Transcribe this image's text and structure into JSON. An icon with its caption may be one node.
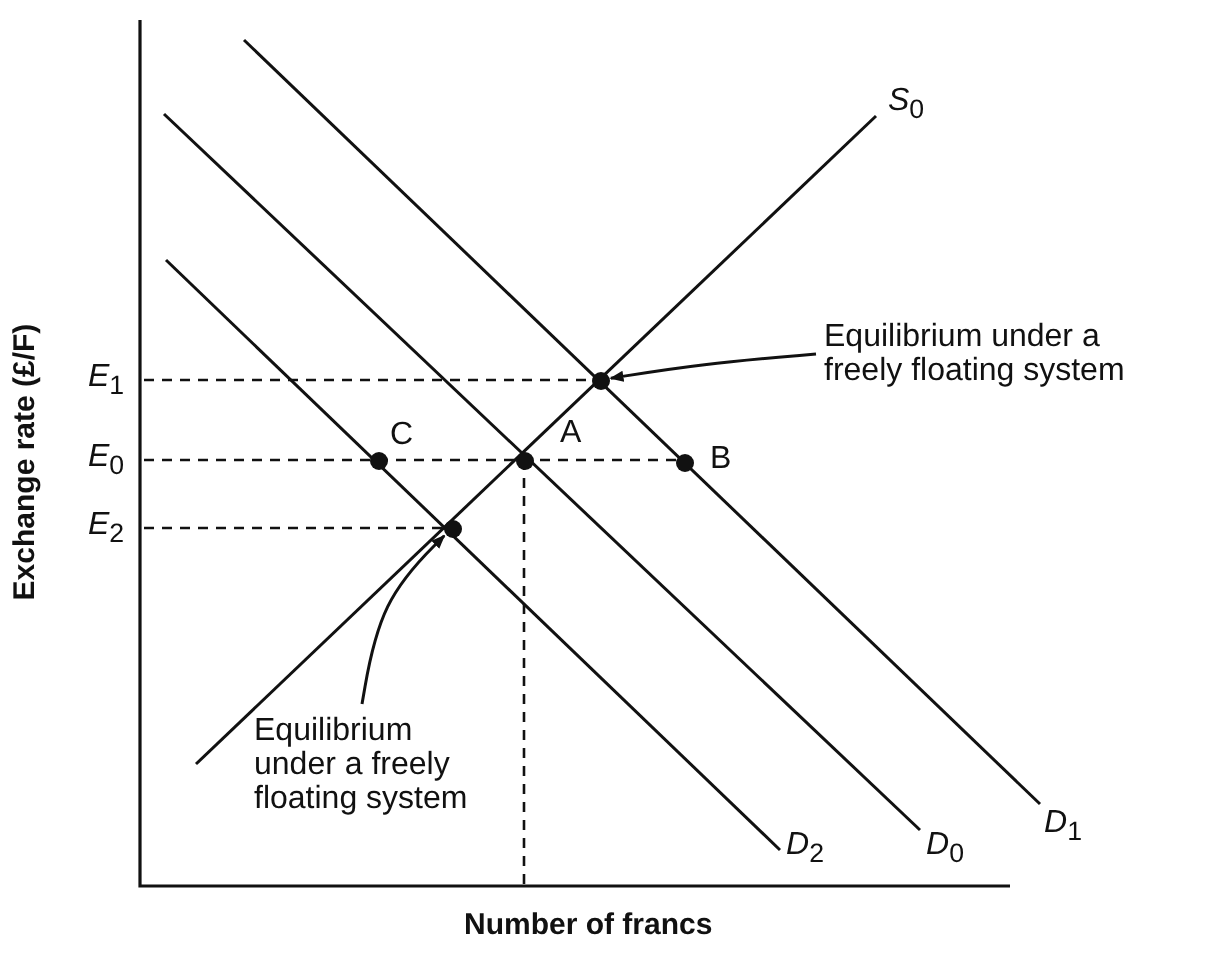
{
  "diagram": {
    "nodes": [
      {
        "text": [
          "Equilibrium under a freely floating system"
        ]
      },
      {
        "text": [],
        "shape": "circle"
      },
      {
        "text": [
          "Equilibrium under a freely floating system"
        ]
      },
      {
        "text": [],
        "shape": "circle"
      }
    ],
    "edges": [
      {
        "from": 0,
        "to": 1,
        "arrow": "to"
      },
      {
        "from": 2,
        "to": 3,
        "arrow": "to"
      }
    ],
    "labels": [
      "*S*$_{0}$",
      "*E*$_{1}$",
      "*E*$_{0}$",
      "C",
      "A",
      "B",
      "*E*$_{2}$",
      "*D*$_{2}$",
      "*D*$_{0}$",
      "*D*$_{1}$",
      "Exchange rate (£/F)",
      "Number of francs"
    ]
  }
}
